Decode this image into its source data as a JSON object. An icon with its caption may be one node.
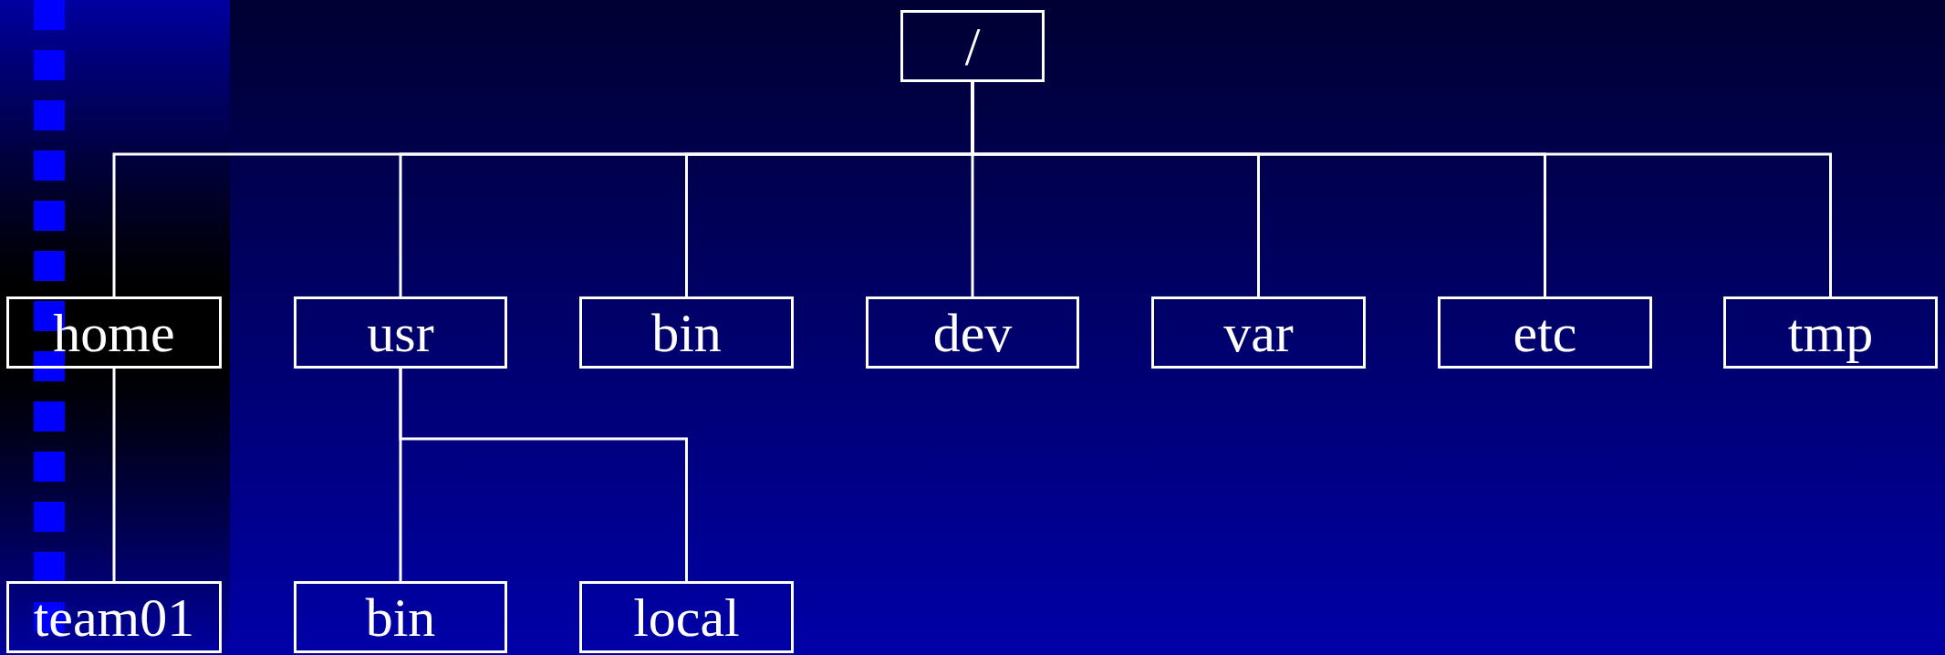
{
  "diagram": {
    "nodes": [
      {
        "text": [
          "/"
        ]
      },
      {
        "text": [
          "home"
        ]
      },
      {
        "text": [
          "usr"
        ]
      },
      {
        "text": [
          "bin"
        ]
      },
      {
        "text": [
          "dev"
        ]
      },
      {
        "text": [
          "var"
        ]
      },
      {
        "text": [
          "etc"
        ]
      },
      {
        "text": [
          "tmp"
        ]
      },
      {
        "text": [
          "team01"
        ]
      },
      {
        "text": [
          "bin"
        ]
      },
      {
        "text": [
          "local"
        ]
      }
    ],
    "edges": [
      {
        "from": 0,
        "to": 1,
        "arrow": "none"
      },
      {
        "from": 0,
        "to": 2,
        "arrow": "none"
      },
      {
        "from": 0,
        "to": 3,
        "arrow": "none"
      },
      {
        "from": 0,
        "to": 4,
        "arrow": "none"
      },
      {
        "from": 0,
        "to": 5,
        "arrow": "none"
      },
      {
        "from": 0,
        "to": 6,
        "arrow": "none"
      },
      {
        "from": 0,
        "to": 7,
        "arrow": "none"
      },
      {
        "from": 1,
        "to": 8,
        "arrow": "none"
      },
      {
        "from": 2,
        "to": 9,
        "arrow": "none"
      },
      {
        "from": 2,
        "to": 10,
        "arrow": "none"
      }
    ]
  }
}
